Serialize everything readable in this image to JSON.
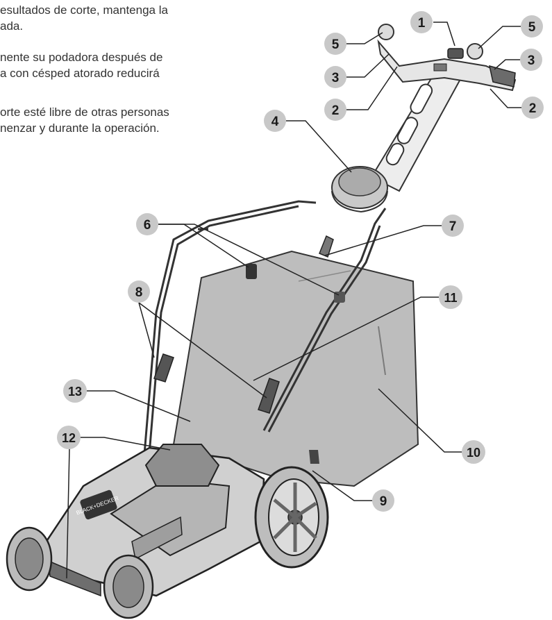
{
  "manual_text": [
    "esultados de corte, mantenga la",
    "ada.",
    "nente su podadora después de",
    "a con césped atorado reducirá",
    "orte esté libre de otras personas",
    "nenzar y durante la operación."
  ],
  "callouts": [
    "1",
    "2",
    "2",
    "3",
    "3",
    "4",
    "5",
    "5",
    "6",
    "7",
    "8",
    "9",
    "10",
    "11",
    "12",
    "13"
  ],
  "brand_badge": "BLACK+DECKER",
  "colors": {
    "callout_fill": "#c8c8c8",
    "callout_text": "#1a1a1a",
    "line": "#222222",
    "bag": "#b9b9b9",
    "body_text": "#333333"
  }
}
